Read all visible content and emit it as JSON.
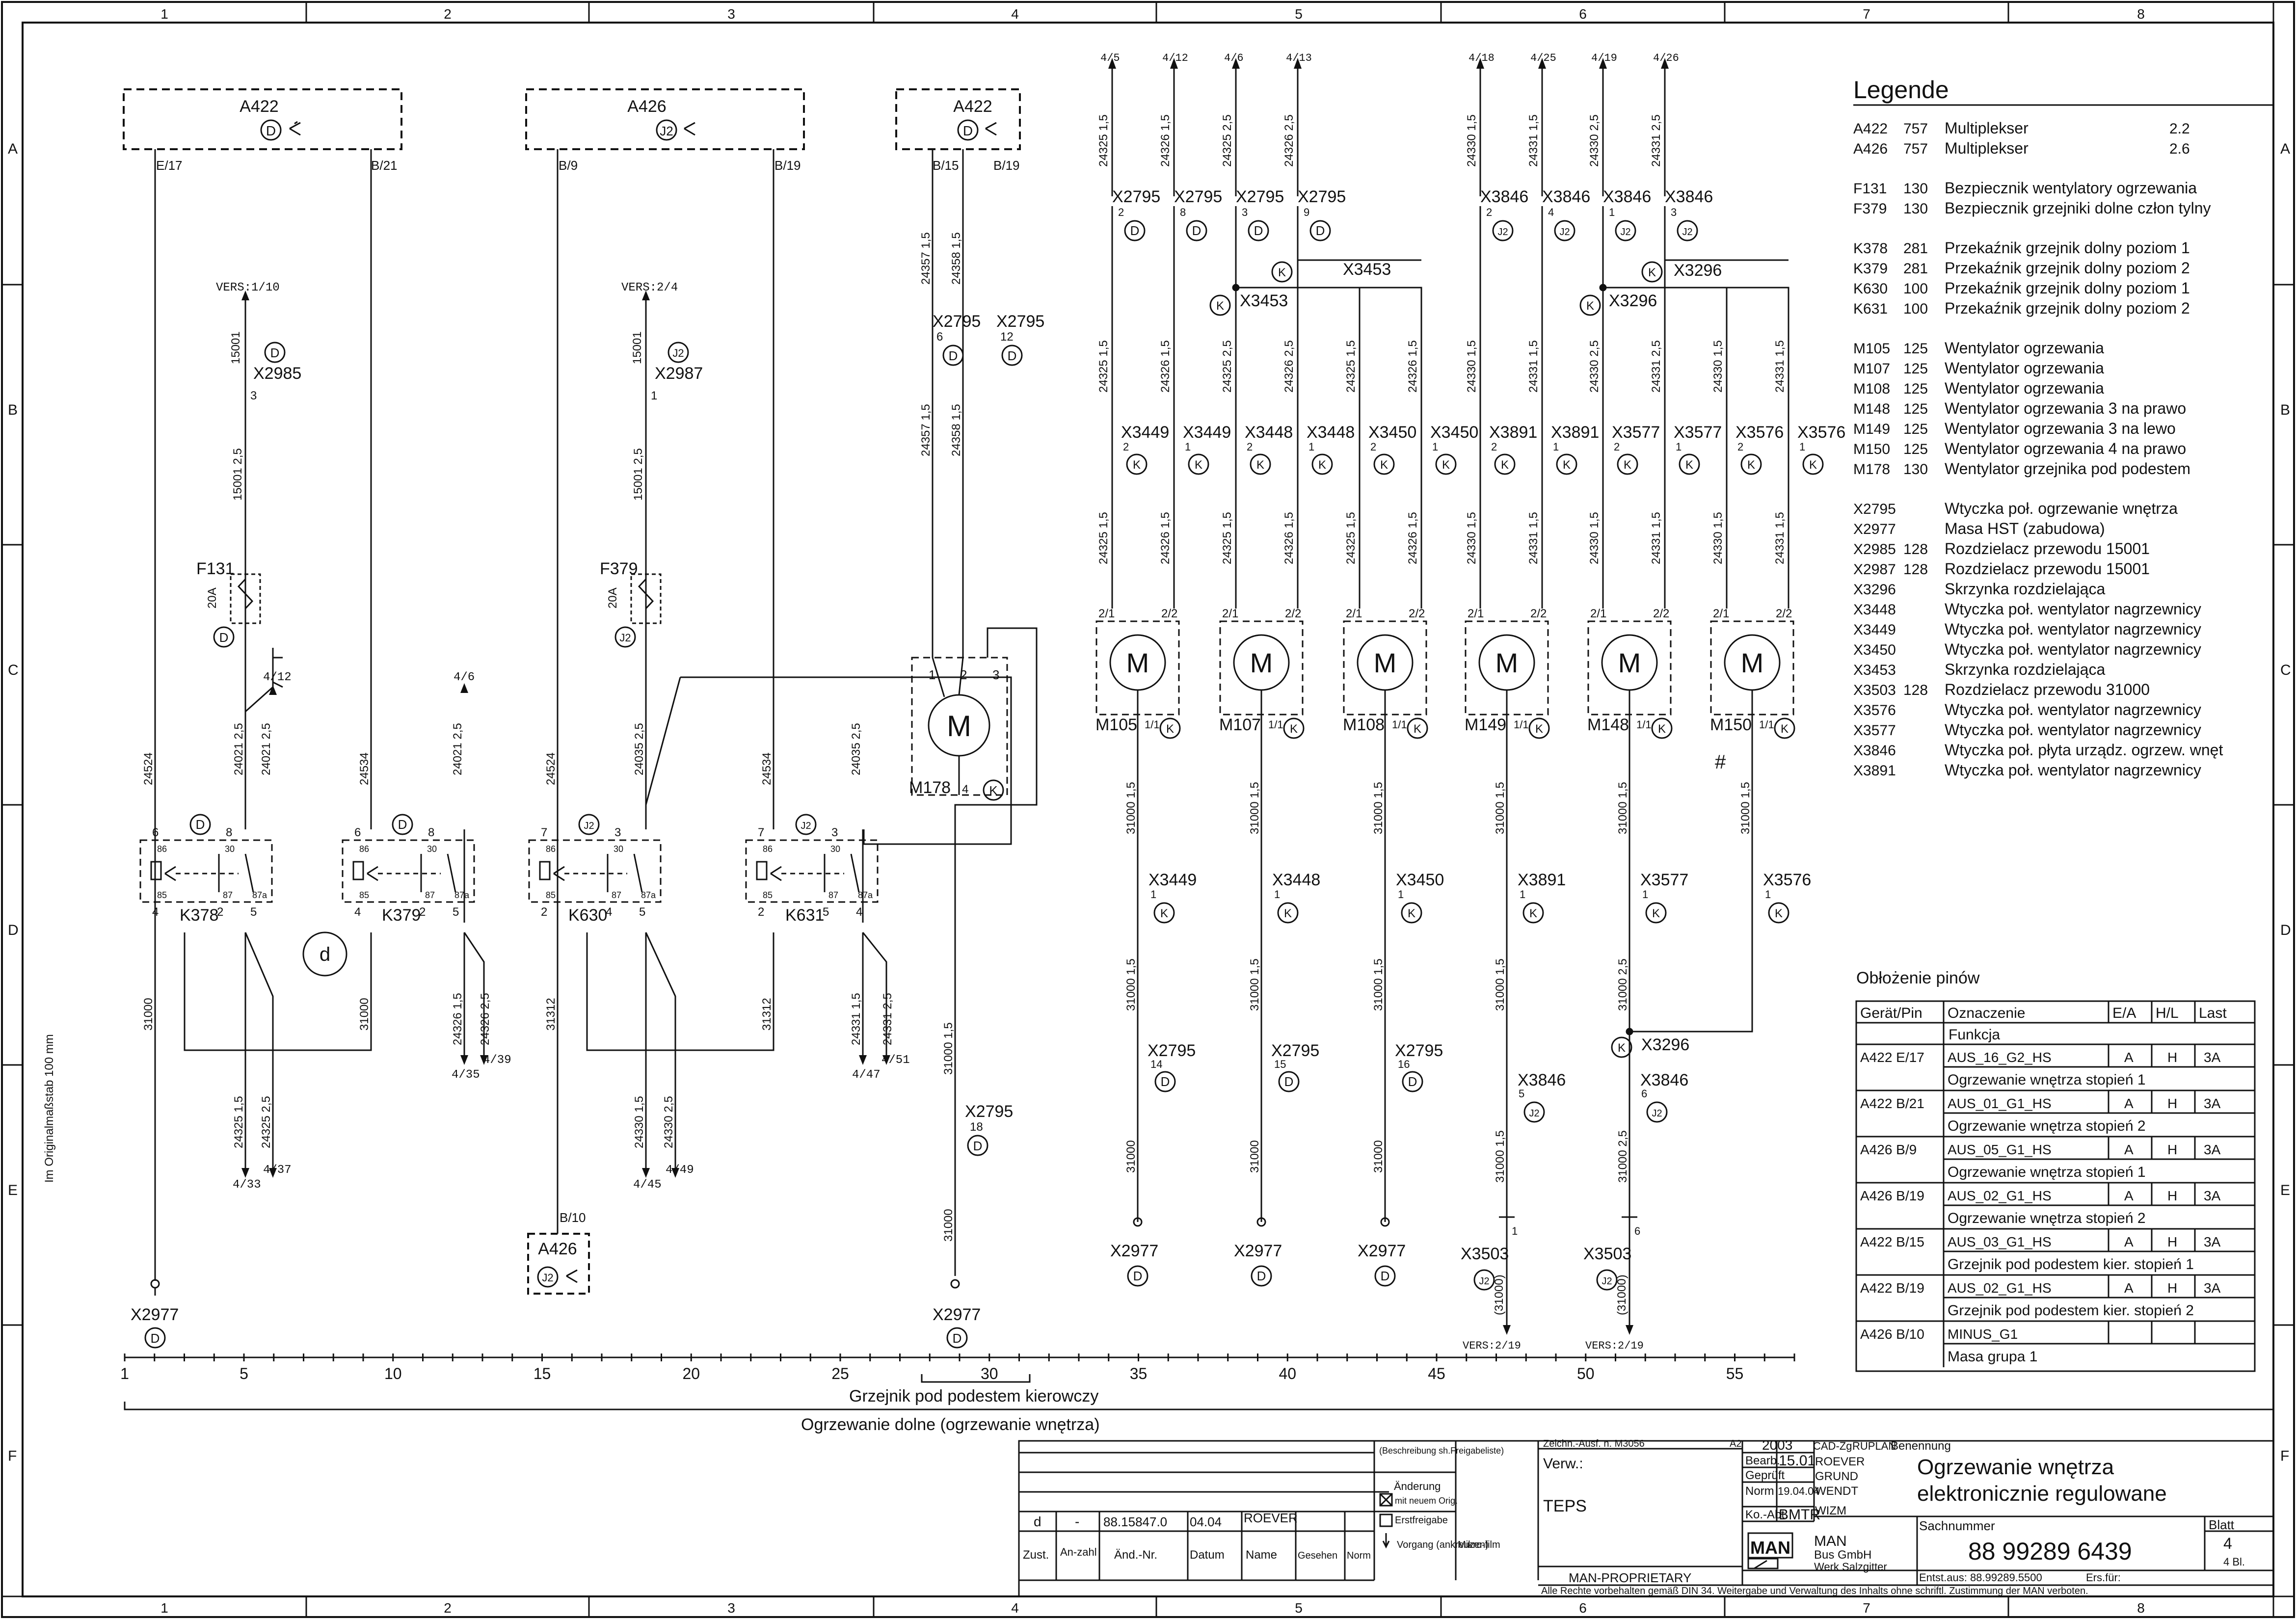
{
  "frame": {
    "cols": [
      "1",
      "2",
      "3",
      "4",
      "5",
      "6",
      "7",
      "8"
    ],
    "rows": [
      "A",
      "B",
      "C",
      "D",
      "E",
      "F"
    ],
    "side_note": "Im Originalmaßstab 100 mm"
  },
  "ecus": {
    "a422_left": {
      "name": "A422",
      "conn": "D",
      "pins": [
        "E/17",
        "B/21"
      ]
    },
    "a426_mid": {
      "name": "A426",
      "conn": "J2",
      "pins": [
        "B/9",
        "B/19"
      ]
    },
    "a422_right": {
      "name": "A422",
      "conn": "D",
      "pins": [
        "B/15",
        "B/19"
      ]
    },
    "a426_bottom": {
      "name": "A426",
      "conn": "J2",
      "pin": "B/10"
    }
  },
  "left_block": {
    "vers1": "VERS:1/10",
    "vers2": "VERS:2/4",
    "x2985": {
      "name": "X2985",
      "conn": "D",
      "wire": "15001",
      "pin": "3",
      "wire2": "15001  2,5"
    },
    "x2987": {
      "name": "X2987",
      "conn": "J2",
      "wire": "15001",
      "pin": "1",
      "wire2": "15001  2,5"
    },
    "f131": {
      "name": "F131",
      "rating": "20A",
      "conn": "D"
    },
    "f379": {
      "name": "F379",
      "rating": "20A",
      "conn": "J2"
    },
    "wires": {
      "w24524": "24524",
      "w24534": "24534",
      "w24021": "24021  2,5",
      "w24021b": "24021  2,5",
      "w24035": "24035  2,5",
      "w24035b": "24035  2,5",
      "w31000": "31000",
      "w31312": "31312",
      "w24325": "24325  1,5",
      "w24325b": "24325  2,5",
      "w24326": "24326  1,5",
      "w24326b": "24326  2,5",
      "w24330": "24330  1,5",
      "w24330b": "24330  2,5",
      "w24331": "24331  1,5",
      "w24331b": "24331  2,5"
    },
    "refs": {
      "r412": "4/12",
      "r46": "4/6",
      "r433": "4/33",
      "r437": "4/37",
      "r435": "4/35",
      "r439": "4/39",
      "r445": "4/45",
      "r449": "4/49",
      "r447": "4/47",
      "r451": "4/51"
    },
    "relays": [
      {
        "name": "K378",
        "conn": "D",
        "pins": [
          "6",
          "8",
          "4",
          "2",
          "5"
        ]
      },
      {
        "name": "K379",
        "conn": "D",
        "pins": [
          "6",
          "8",
          "4",
          "2",
          "5"
        ]
      },
      {
        "name": "K630",
        "conn": "J2",
        "pins": [
          "7",
          "3",
          "2",
          "4",
          "5"
        ]
      },
      {
        "name": "K631",
        "conn": "J2",
        "pins": [
          "7",
          "3",
          "2",
          "5",
          "4"
        ]
      }
    ],
    "relay_terms": {
      "t86": "86",
      "t30": "30",
      "t85": "85",
      "t87": "87",
      "t87a": "87a"
    },
    "d_marker": "d",
    "x2977_left": {
      "name": "X2977",
      "conn": "D"
    }
  },
  "m178_block": {
    "wires": {
      "a": "24357  1,5",
      "b": "24358  1,5",
      "c": "24357  1,5",
      "d": "24358  1,5",
      "e": "31000  1,5",
      "f": "31000"
    },
    "x2795_a": {
      "name": "X2795",
      "pin": "6",
      "conn": "D"
    },
    "x2795_b": {
      "name": "X2795",
      "pin": "12",
      "conn": "D"
    },
    "x2795_c": {
      "name": "X2795",
      "pin": "18",
      "conn": "D"
    },
    "motor": {
      "name": "M178",
      "symbol": "M",
      "pins": [
        "1",
        "2",
        "3"
      ],
      "ground_pin": "4",
      "conn": "K"
    },
    "x2977": {
      "name": "X2977",
      "conn": "D"
    }
  },
  "fans": [
    {
      "top_ref": "4/5",
      "wire_top": "24325  1,5",
      "x_top": "X2795",
      "x_pin": "2",
      "x_conn": "D",
      "wire_mid": "24325  1,5",
      "wire_mid2": "24325  1,5",
      "plug": "X3449",
      "plug_pin": "2",
      "motor": "M105",
      "gnd": "31000  1,5",
      "gnd_plug": "X3449",
      "gnd_plug_pin": "1",
      "gnd_wire2": "31000  1,5",
      "x2795_pin": "14",
      "gnd_wire3": "31000",
      "end": "X2977",
      "end_conn": "D"
    },
    {
      "top_ref": "4/12",
      "wire_top": "24326  1,5",
      "x_top": "X2795",
      "x_pin": "8",
      "x_conn": "D",
      "wire_mid": "24326  1,5",
      "wire_mid2": "24326  1,5",
      "plug": "X3449",
      "plug_pin": "1",
      "motor": "M107",
      "gnd": "31000  1,5",
      "gnd_plug": "X3448",
      "gnd_plug_pin": "1",
      "gnd_wire2": "31000  1,5",
      "x2795_pin": "15",
      "gnd_wire3": "31000",
      "end": "X2977",
      "end_conn": "D"
    },
    {
      "top_ref": "4/6",
      "wire_top": "24325  2,5",
      "x_top": "X2795",
      "x_pin": "3",
      "x_conn": "D",
      "wire_mid": "24325  2,5",
      "wire_mid2": "24325  1,5",
      "plug": "X3448",
      "plug_pin": "2",
      "motor": "M108",
      "gnd": "31000  1,5",
      "gnd_plug": "X3450",
      "gnd_plug_pin": "1",
      "gnd_wire2": "31000  1,5",
      "x2795_pin": "16",
      "gnd_wire3": "31000",
      "end": "X2977",
      "end_conn": "D"
    },
    {
      "top_ref": "4/13",
      "wire_top": "24326  2,5",
      "x_top": "X2795",
      "x_pin": "9",
      "x_conn": "D",
      "wire_mid": "24326  2,5",
      "wire_mid2": "24326  1,5",
      "plug": "X3448",
      "plug_pin": "1",
      "motor": "M149",
      "gnd": "31000  1,5",
      "gnd_plug": "X3891",
      "gnd_plug_pin": "1",
      "gnd_wire2": "31000  1,5",
      "x2795_pin": "5",
      "gnd_wire3": "31000  1,5",
      "end": "X3503",
      "end_conn": "J2"
    },
    {
      "top_ref": "4/18",
      "wire_top": "24330  1,5",
      "x_top": "X3846",
      "x_pin": "2",
      "x_conn": "J2",
      "wire_mid": "24325  1,5",
      "wire_mid2": "24325  1,5",
      "plug": "X3450",
      "plug_pin": "2",
      "motor": "M148",
      "gnd": "31000  1,5",
      "gnd_plug": "X3577",
      "gnd_plug_pin": "1",
      "gnd_wire2": "31000  2,5",
      "x2795_pin": "6",
      "gnd_wire3": "31000  2,5",
      "end": "X3503",
      "end_conn": "J2"
    },
    {
      "top_ref": "4/25",
      "wire_top": "24331  1,5",
      "x_top": "X3846",
      "x_pin": "4",
      "x_conn": "J2",
      "wire_mid": "24326  1,5",
      "wire_mid2": "24326  1,5",
      "plug": "X3450",
      "plug_pin": "1",
      "motor": "M150",
      "gnd": "31000  1,5",
      "gnd_plug": "X3576",
      "gnd_plug_pin": "1",
      "gnd_wire2": "31000  1,5",
      "x2795_pin": "",
      "gnd_wire3": "",
      "end": "",
      "end_conn": ""
    }
  ],
  "fan_extra_cols": {
    "top_refs": [
      "4/19",
      "4/26"
    ],
    "wire_tops": [
      "24330  2,5",
      "24331  2,5"
    ],
    "x_pins": [
      "1",
      "3"
    ],
    "plugs": [
      "X3891",
      "X3891",
      "X3577",
      "X3577",
      "X3576",
      "X3576"
    ],
    "wires_a": [
      "24330  1,5",
      "24331  1,5",
      "24330  2,5",
      "24331  2,5",
      "24330  1,5",
      "24331  1,5"
    ],
    "wires_b": [
      "24330  1,5",
      "24331  1,5",
      "24330  1,5",
      "24331  1,5",
      "24330  1,5",
      "24331  1,5"
    ],
    "motor_pins": [
      "2/1",
      "2/2",
      "1/1"
    ],
    "k": "K",
    "x3453": "X3453",
    "x3296": "X3296",
    "hash": "#",
    "vers": "VERS:2/19",
    "x3503_pin1": "1",
    "x3503_pin6": "6",
    "x3503_wire": "(31000)"
  },
  "scale": {
    "ticks": [
      "1",
      "5",
      "10",
      "15",
      "20",
      "25",
      "30",
      "35",
      "40",
      "45",
      "50",
      "55"
    ],
    "group_m178": "Grzejnik pod podestem kierowczy",
    "group_all": "Ogrzewanie dolne (ogrzewanie wnętrza)"
  },
  "legend": {
    "title": "Legende",
    "items": [
      {
        "code": "A422",
        "ref": "757",
        "desc": "Multiplekser",
        "page": "2.2"
      },
      {
        "code": "A426",
        "ref": "757",
        "desc": "Multiplekser",
        "page": "2.6"
      },
      {
        "code": "F131",
        "ref": "130",
        "desc": "Bezpiecznik wentylatory ogrzewania",
        "page": ""
      },
      {
        "code": "F379",
        "ref": "130",
        "desc": "Bezpiecznik grzejniki dolne człon tylny",
        "page": ""
      },
      {
        "code": "K378",
        "ref": "281",
        "desc": "Przekaźnik grzejnik dolny poziom 1",
        "page": ""
      },
      {
        "code": "K379",
        "ref": "281",
        "desc": "Przekaźnik grzejnik dolny poziom 2",
        "page": ""
      },
      {
        "code": "K630",
        "ref": "100",
        "desc": "Przekaźnik grzejnik dolny poziom 1",
        "page": ""
      },
      {
        "code": "K631",
        "ref": "100",
        "desc": "Przekaźnik grzejnik dolny poziom 2",
        "page": ""
      },
      {
        "code": "M105",
        "ref": "125",
        "desc": "Wentylator ogrzewania",
        "page": ""
      },
      {
        "code": "M107",
        "ref": "125",
        "desc": "Wentylator ogrzewania",
        "page": ""
      },
      {
        "code": "M108",
        "ref": "125",
        "desc": "Wentylator ogrzewania",
        "page": ""
      },
      {
        "code": "M148",
        "ref": "125",
        "desc": "Wentylator ogrzewania 3 na prawo",
        "page": ""
      },
      {
        "code": "M149",
        "ref": "125",
        "desc": "Wentylator ogrzewania 3 na lewo",
        "page": ""
      },
      {
        "code": "M150",
        "ref": "125",
        "desc": "Wentylator ogrzewania 4 na prawo",
        "page": ""
      },
      {
        "code": "M178",
        "ref": "130",
        "desc": "Wentylator grzejnika pod podestem",
        "page": ""
      },
      {
        "code": "X2795",
        "ref": "",
        "desc": "Wtyczka poł. ogrzewanie wnętrza",
        "page": ""
      },
      {
        "code": "X2977",
        "ref": "",
        "desc": "Masa HST (zabudowa)",
        "page": ""
      },
      {
        "code": "X2985",
        "ref": "128",
        "desc": "Rozdzielacz przewodu 15001",
        "page": ""
      },
      {
        "code": "X2987",
        "ref": "128",
        "desc": "Rozdzielacz przewodu 15001",
        "page": ""
      },
      {
        "code": "X3296",
        "ref": "",
        "desc": "Skrzynka rozdzielająca",
        "page": ""
      },
      {
        "code": "X3448",
        "ref": "",
        "desc": "Wtyczka poł. wentylator nagrzewnicy",
        "page": ""
      },
      {
        "code": "X3449",
        "ref": "",
        "desc": "Wtyczka poł. wentylator nagrzewnicy",
        "page": ""
      },
      {
        "code": "X3450",
        "ref": "",
        "desc": "Wtyczka poł. wentylator nagrzewnicy",
        "page": ""
      },
      {
        "code": "X3453",
        "ref": "",
        "desc": "Skrzynka rozdzielająca",
        "page": ""
      },
      {
        "code": "X3503",
        "ref": "128",
        "desc": "Rozdzielacz przewodu 31000",
        "page": ""
      },
      {
        "code": "X3576",
        "ref": "",
        "desc": "Wtyczka poł. wentylator nagrzewnicy",
        "page": ""
      },
      {
        "code": "X3577",
        "ref": "",
        "desc": "Wtyczka poł. wentylator nagrzewnicy",
        "page": ""
      },
      {
        "code": "X3846",
        "ref": "",
        "desc": "Wtyczka poł. płyta urządz. ogrzew. wnęt",
        "page": ""
      },
      {
        "code": "X3891",
        "ref": "",
        "desc": "Wtyczka poł. wentylator nagrzewnicy",
        "page": ""
      }
    ]
  },
  "pins_table": {
    "title": "Obłożenie pinów",
    "headers": [
      "Gerät/Pin",
      "Oznaczenie",
      "E/A",
      "H/L",
      "Last"
    ],
    "sub_header": "Funkcja",
    "rows": [
      {
        "dev": "A422  E/17",
        "sig": "AUS_16_G2_HS",
        "ea": "A",
        "hl": "H",
        "last": "3A",
        "func": "Ogrzewanie wnętrza stopień 1"
      },
      {
        "dev": "A422  B/21",
        "sig": "AUS_01_G1_HS",
        "ea": "A",
        "hl": "H",
        "last": "3A",
        "func": "Ogrzewanie wnętrza stopień 2"
      },
      {
        "dev": "A426  B/9",
        "sig": "AUS_05_G1_HS",
        "ea": "A",
        "hl": "H",
        "last": "3A",
        "func": "Ogrzewanie wnętrza stopień 1"
      },
      {
        "dev": "A426  B/19",
        "sig": "AUS_02_G1_HS",
        "ea": "A",
        "hl": "H",
        "last": "3A",
        "func": "Ogrzewanie wnętrza stopień 2"
      },
      {
        "dev": "A422  B/15",
        "sig": "AUS_03_G1_HS",
        "ea": "A",
        "hl": "H",
        "last": "3A",
        "func": "Grzejnik pod podestem kier. stopień 1"
      },
      {
        "dev": "A422  B/19",
        "sig": "AUS_02_G1_HS",
        "ea": "A",
        "hl": "H",
        "last": "3A",
        "func": "Grzejnik pod podestem kier. stopień 2"
      },
      {
        "dev": "A426  B/10",
        "sig": "MINUS_G1",
        "ea": "",
        "hl": "",
        "last": "",
        "func": "Masa grupa 1"
      }
    ]
  },
  "title_block": {
    "rev": {
      "zust": "d",
      "anz": "-",
      "aend": "88.15847.0",
      "datum": "04.04",
      "name": "ROEVER"
    },
    "rev_headers": [
      "Zust.",
      "An-zahl",
      "Änd.-Nr.",
      "Datum",
      "Name",
      "Gesehen",
      "Norm"
    ],
    "note1": "(Beschreibung sh.Freigabeliste)",
    "note2": "Änderung",
    "note3": "mit neuem Orig.",
    "note4": "Erstfreigabe",
    "note5": "Vorgang (ankreuzen)",
    "note6": "Mikro-film",
    "drawing_ref": "Zeichn.-Ausf. n. M3056",
    "format": "A2",
    "year": "2003",
    "verw": "Verw.:",
    "teps": "TEPS",
    "proprietary": "MAN-PROPRIETARY",
    "bearb": "Bearb.",
    "bearb_date": "15.01",
    "bearb_name": "ROEVER",
    "gepr": "Geprüft",
    "gepr_name": "GRUND",
    "norm": "Norm",
    "norm_date": "19.04.04",
    "norm_name": "WENDT",
    "koabt": "Ko.-Abt.",
    "koabt_val": "BMTR",
    "koabt_name": "WIZM",
    "cad": "CAD-Zg.",
    "cad_val": "RUPLAN",
    "benennung": "Benennung",
    "title1": "Ogrzewanie wnętrza",
    "title2": "elektronicznie regulowane",
    "company_logo": "MAN",
    "company1": "MAN",
    "company2": "Bus GmbH",
    "company3": "Werk Salzgitter",
    "sachnummer_label": "Sachnummer",
    "sachnummer": "88 99289 6439",
    "blatt_label": "Blatt",
    "blatt": "4",
    "blatt_of": "4 Bl.",
    "entst": "Entst.aus: 88.99289.5500",
    "ers": "Ers.für:",
    "rights": "Alle Rechte vorbehalten gemäß DIN 34. Weitergabe und Verwaltung des Inhalts ohne schriftl. Zustimmung der MAN verboten."
  }
}
